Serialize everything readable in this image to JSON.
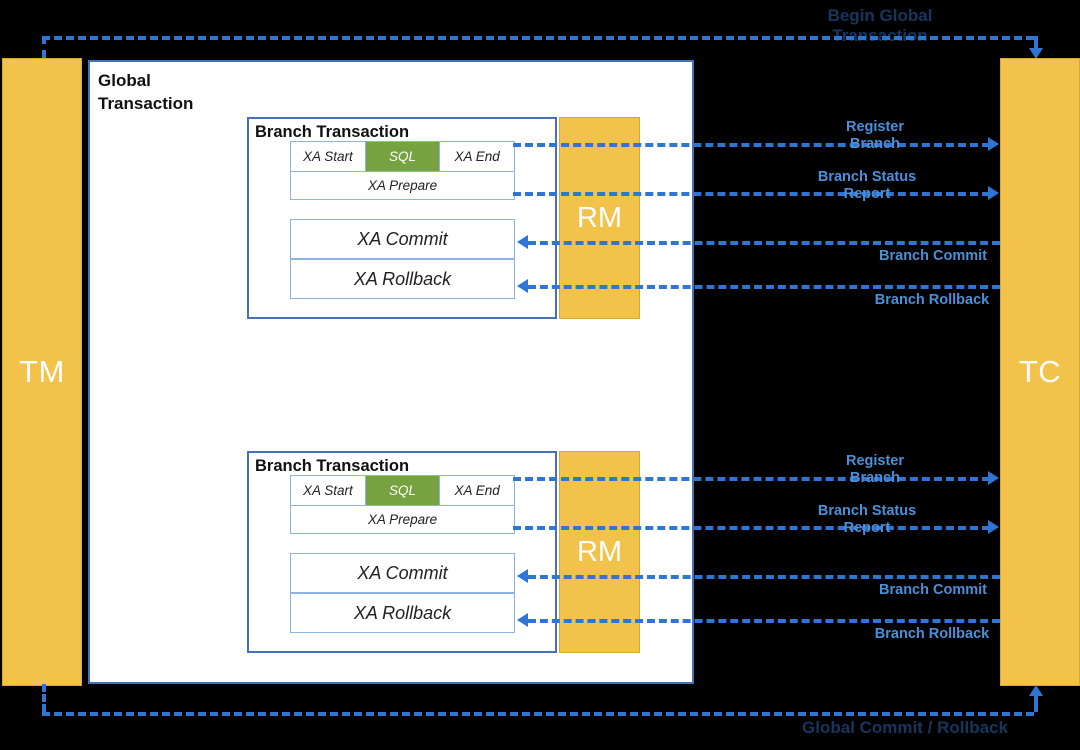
{
  "diagram": {
    "title_top": "Begin Global Transaction",
    "title_bottom": "Global Commit / Rollback",
    "colors": {
      "pillar": "#F3C24B",
      "panel_border": "#4472B7",
      "inner_border": "#8CB4E0",
      "sql_green": "#76A240",
      "dashed_blue": "#2E75D4",
      "label_blue": "#4A90D9",
      "dark_navy": "#17365D",
      "background": "#000000"
    }
  },
  "actors": {
    "tm": "TM",
    "tc": "TC",
    "rm": "RM"
  },
  "global_panel": {
    "label_line1": "Global",
    "label_line2": "Transaction"
  },
  "branches": [
    {
      "title": "Branch Transaction",
      "xa_start": "XA Start",
      "sql": "SQL",
      "xa_end": "XA End",
      "xa_prepare": "XA Prepare",
      "xa_commit": "XA Commit",
      "xa_rollback": "XA Rollback",
      "rm": "RM",
      "messages": {
        "register_branch_l1": "Register",
        "register_branch_l2": "Branch",
        "branch_status_l1": "Branch Status",
        "branch_status_l2": "Report",
        "branch_commit": "Branch Commit",
        "branch_rollback": "Branch Rollback"
      }
    },
    {
      "title": "Branch Transaction",
      "xa_start": "XA Start",
      "sql": "SQL",
      "xa_end": "XA End",
      "xa_prepare": "XA Prepare",
      "xa_commit": "XA Commit",
      "xa_rollback": "XA Rollback",
      "rm": "RM",
      "messages": {
        "register_branch_l1": "Register",
        "register_branch_l2": "Branch",
        "branch_status_l1": "Branch Status",
        "branch_status_l2": "Report",
        "branch_commit": "Branch Commit",
        "branch_rollback": "Branch Rollback"
      }
    }
  ]
}
